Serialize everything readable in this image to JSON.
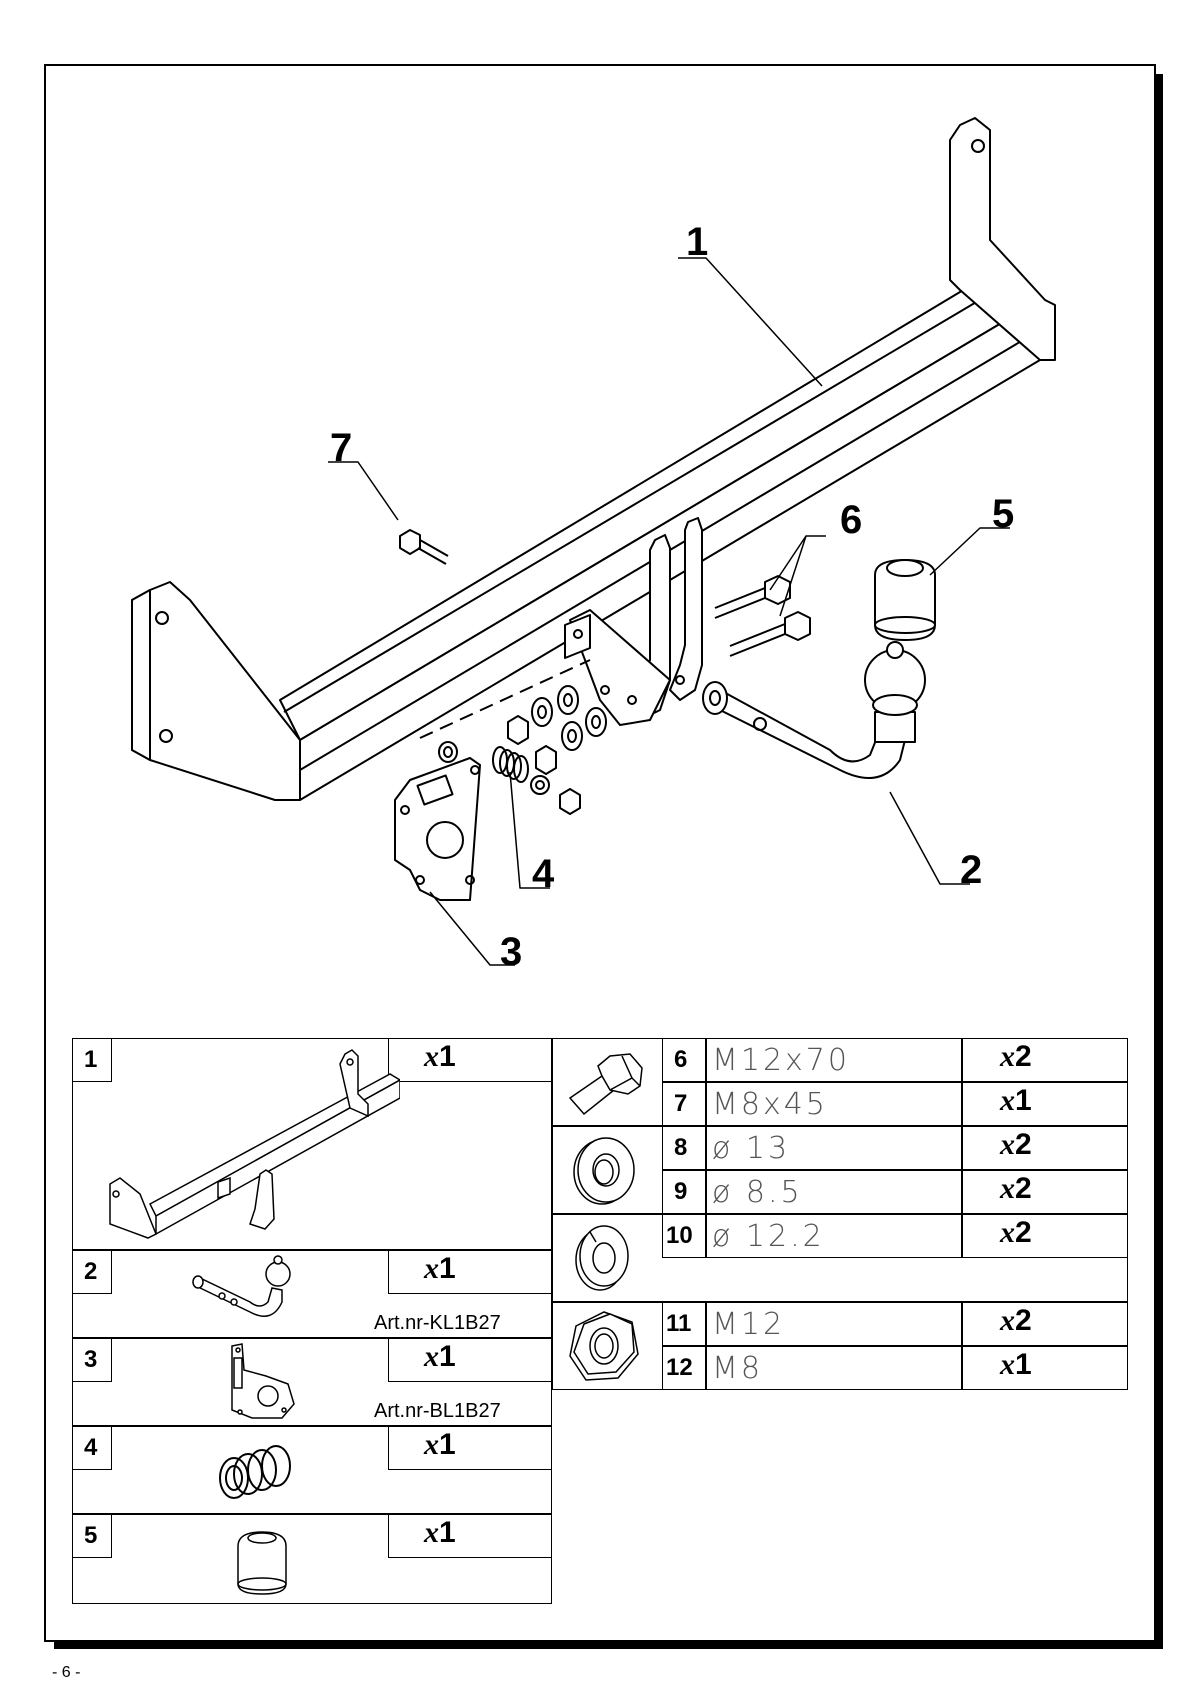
{
  "callouts": [
    "1",
    "2",
    "3",
    "4",
    "5",
    "6",
    "7"
  ],
  "parts_left": [
    {
      "num": "1",
      "qty_prefix": "x",
      "qty": "1",
      "art": ""
    },
    {
      "num": "2",
      "qty_prefix": "x",
      "qty": "1",
      "art": "Art.nr-KL1B27"
    },
    {
      "num": "3",
      "qty_prefix": "x",
      "qty": "1",
      "art": "Art.nr-BL1B27"
    },
    {
      "num": "4",
      "qty_prefix": "x",
      "qty": "1",
      "art": ""
    },
    {
      "num": "5",
      "qty_prefix": "x",
      "qty": "1",
      "art": ""
    }
  ],
  "parts_right": [
    {
      "num": "6",
      "spec": "M12x70",
      "qty_prefix": "x",
      "qty": "2"
    },
    {
      "num": "7",
      "spec": "M8x45",
      "qty_prefix": "x",
      "qty": "1"
    },
    {
      "num": "8",
      "spec": "ø 13",
      "qty_prefix": "x",
      "qty": "2"
    },
    {
      "num": "9",
      "spec": "ø 8.5",
      "qty_prefix": "x",
      "qty": "2"
    },
    {
      "num": "10",
      "spec": "ø 12.2",
      "qty_prefix": "x",
      "qty": "2"
    },
    {
      "num": "11",
      "spec": "M12",
      "qty_prefix": "x",
      "qty": "2"
    },
    {
      "num": "12",
      "spec": "M8",
      "qty_prefix": "x",
      "qty": "1"
    }
  ],
  "page_number": "- 6 -",
  "colors": {
    "line": "#000000",
    "shade": "#cccccc",
    "background": "#ffffff"
  }
}
